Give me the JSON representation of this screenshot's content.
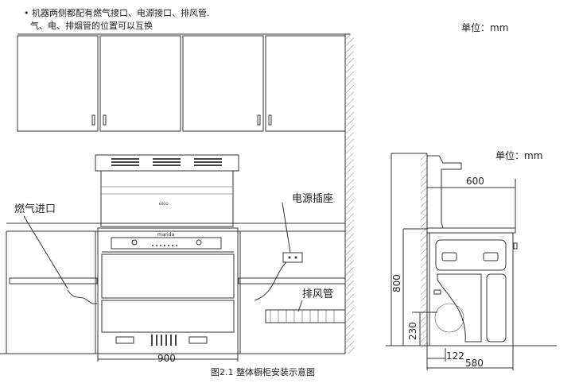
{
  "note": {
    "line1": "• 机器两侧都配有燃气接口、电源接口、排风管.",
    "line2": "气、电、排烟管的位置可以互换"
  },
  "unit_top": "单位：mm",
  "front_view": {
    "labels": {
      "gas_inlet": "燃气进口",
      "power_socket": "电源插座",
      "exhaust_pipe": "排风管"
    },
    "width_dimension": "900",
    "brand": "marida"
  },
  "side_view": {
    "unit": "单位：mm",
    "dimensions": {
      "depth_top": "600",
      "height": "800",
      "pipe_height": "230",
      "pipe_offset": "122",
      "depth_bottom": "580"
    }
  },
  "caption": "图2.1  整体橱柜安装示意图",
  "colors": {
    "line": "#333333",
    "background": "#ffffff"
  }
}
